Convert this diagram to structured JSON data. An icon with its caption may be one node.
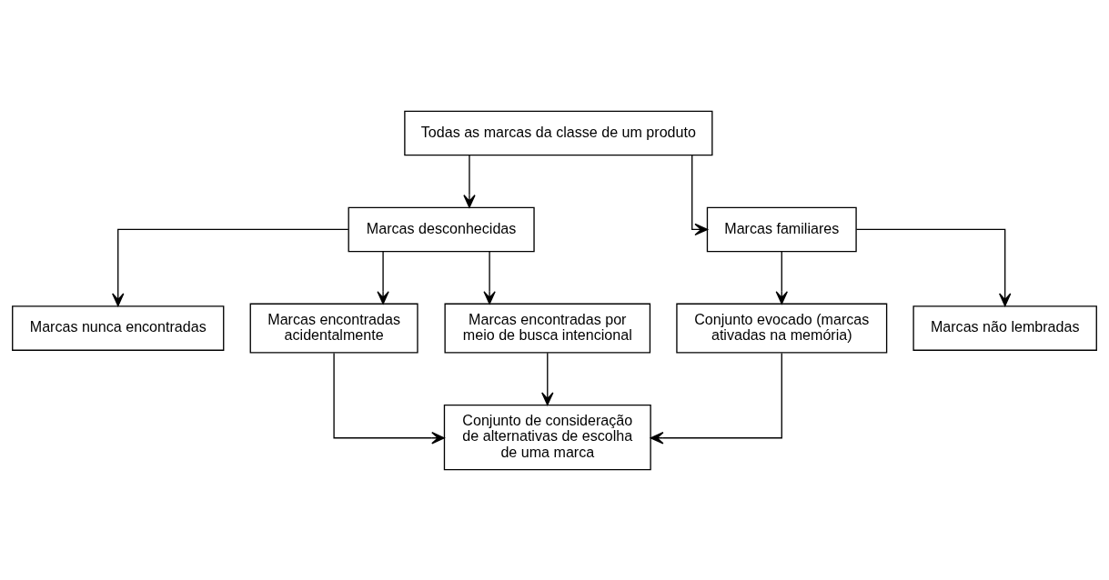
{
  "diagram": {
    "nodes": [
      {
        "text": [
          "Todas as marcas da classe de um produto"
        ]
      },
      {
        "text": [
          "Marcas desconhecidas"
        ]
      },
      {
        "text": [
          "Marcas familiares"
        ]
      },
      {
        "text": [
          "Marcas nunca encontradas"
        ]
      },
      {
        "text": [
          "Marcas encontradas acidentalmente"
        ]
      },
      {
        "text": [
          "Marcas encontradas por meio de busca intencional"
        ]
      },
      {
        "text": [
          "Conjunto evocado (marcas ativadas na memória)"
        ]
      },
      {
        "text": [
          "Marcas não lembradas"
        ]
      },
      {
        "text": [
          "Conjunto de consideração de alternativas de escolha de uma marca"
        ]
      }
    ],
    "edges": [
      {
        "from": 0,
        "to": 1,
        "arrow": "to"
      },
      {
        "from": 0,
        "to": 2,
        "arrow": "to"
      },
      {
        "from": 1,
        "to": 3,
        "arrow": "to"
      },
      {
        "from": 1,
        "to": 4,
        "arrow": "to"
      },
      {
        "from": 1,
        "to": 5,
        "arrow": "to"
      },
      {
        "from": 2,
        "to": 6,
        "arrow": "to"
      },
      {
        "from": 2,
        "to": 7,
        "arrow": "to"
      },
      {
        "from": 4,
        "to": 8,
        "arrow": "to"
      },
      {
        "from": 5,
        "to": 8,
        "arrow": "to"
      },
      {
        "from": 6,
        "to": 8,
        "arrow": "to"
      }
    ]
  }
}
